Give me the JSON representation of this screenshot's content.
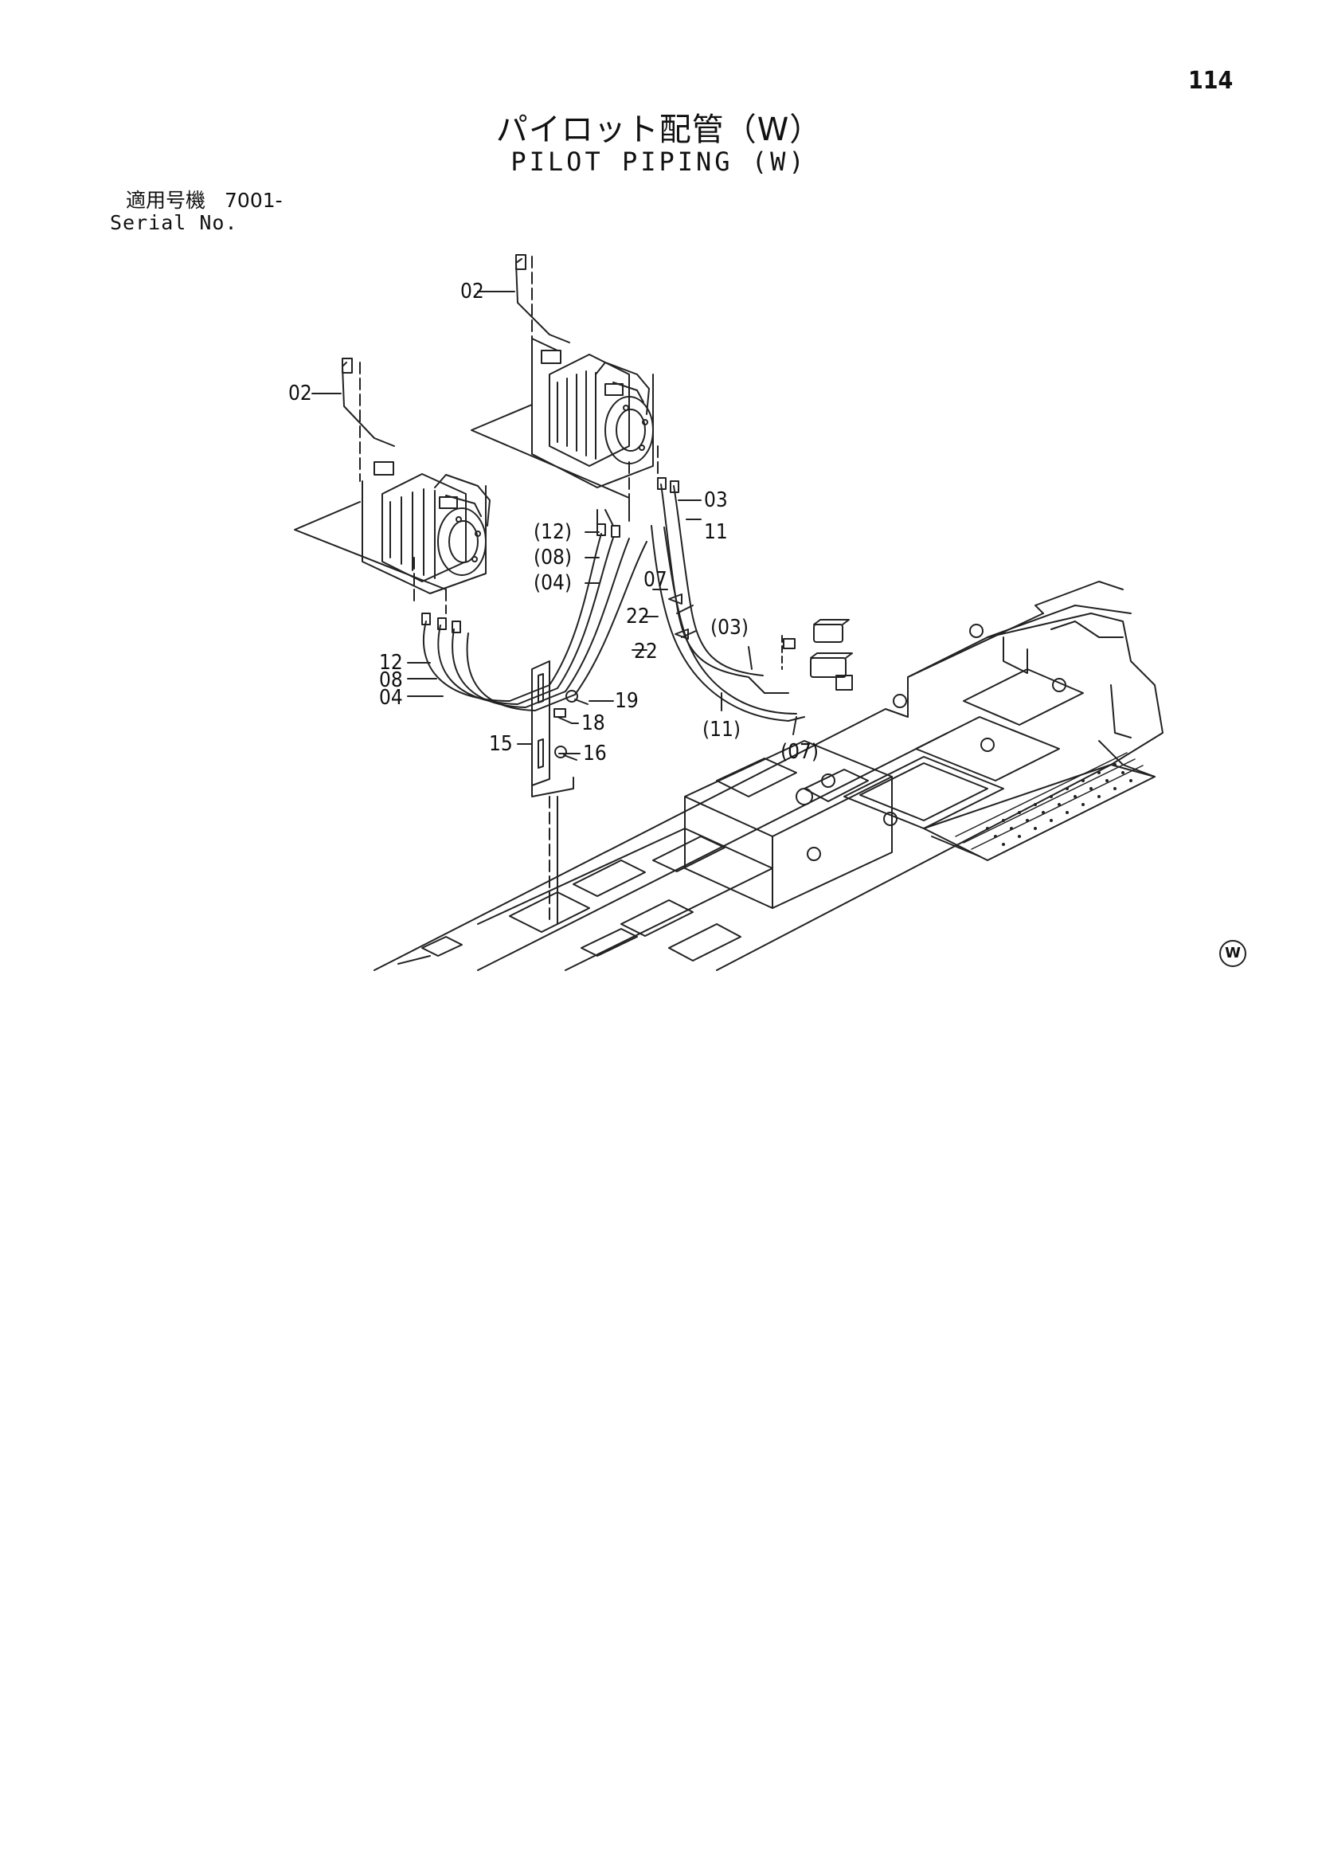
{
  "page": {
    "number": "114"
  },
  "title": {
    "japanese": "パイロット配管（W）",
    "english": "PILOT PIPING (W)"
  },
  "serial": {
    "label_jp": "適用号機",
    "code": "7001-",
    "label_en": "Serial No."
  },
  "parts": [
    {
      "id": "lbl-02-top",
      "text": "02"
    },
    {
      "id": "lbl-02-left",
      "text": "02"
    },
    {
      "id": "lbl-03",
      "text": "03"
    },
    {
      "id": "lbl-11",
      "text": "11"
    },
    {
      "id": "lbl-12p",
      "text": "(12)"
    },
    {
      "id": "lbl-08p",
      "text": "(08)"
    },
    {
      "id": "lbl-04p",
      "text": "(04)"
    },
    {
      "id": "lbl-07",
      "text": "07"
    },
    {
      "id": "lbl-22a",
      "text": "22"
    },
    {
      "id": "lbl-22b",
      "text": "22"
    },
    {
      "id": "lbl-03p",
      "text": "(03)"
    },
    {
      "id": "lbl-12",
      "text": "12"
    },
    {
      "id": "lbl-08",
      "text": "08"
    },
    {
      "id": "lbl-04",
      "text": "04"
    },
    {
      "id": "lbl-19",
      "text": "19"
    },
    {
      "id": "lbl-18",
      "text": "18"
    },
    {
      "id": "lbl-15",
      "text": "15"
    },
    {
      "id": "lbl-16",
      "text": "16"
    },
    {
      "id": "lbl-11p",
      "text": "(11)"
    },
    {
      "id": "lbl-07p",
      "text": "(07)"
    }
  ],
  "marks": {
    "variant": "W"
  }
}
